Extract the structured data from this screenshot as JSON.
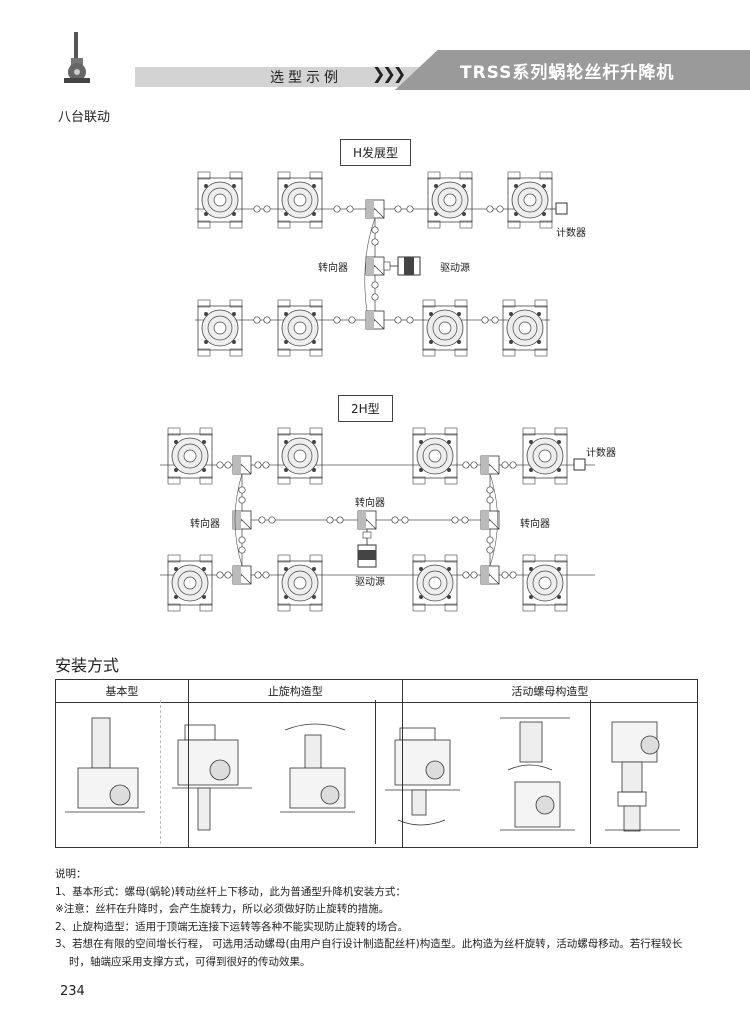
{
  "header": {
    "title": "TRSS系列蜗轮丝杆升降机",
    "subtitle": "选型示例"
  },
  "section_title": "八台联动",
  "diagram_h": {
    "type_label": "H发展型",
    "counter_label": "计数器",
    "reverser_label": "转向器",
    "drive_label": "驱动源"
  },
  "diagram_2h": {
    "type_label": "2H型",
    "counter_label": "计数器",
    "reverser_label_center": "转向器",
    "reverser_label_left": "转向器",
    "reverser_label_right": "转向器",
    "drive_label": "驱动源"
  },
  "mounting": {
    "heading": "安装方式",
    "columns": [
      "基本型",
      "止旋构造型",
      "活动螺母构造型"
    ]
  },
  "notes": {
    "heading": "说明：",
    "lines": [
      "1、基本形式：螺母(蜗轮)转动丝杆上下移动，此为普通型升降机安装方式：",
      "※注意：丝杆在升降时，会产生旋转力，所以必须做好防止旋转的措施。",
      "2、止旋构造型：适用于顶端无连接下运转等各种不能实现防止旋转的场合。",
      "3、若想在有限的空间增长行程， 可选用活动螺母(由用户自行设计制造配丝杆)构造型。此构造为丝杆旋转，活动螺母移动。若行程较长",
      "   时，轴端应采用支撑方式，可得到很好的传动效果。"
    ]
  },
  "page_number": "234"
}
